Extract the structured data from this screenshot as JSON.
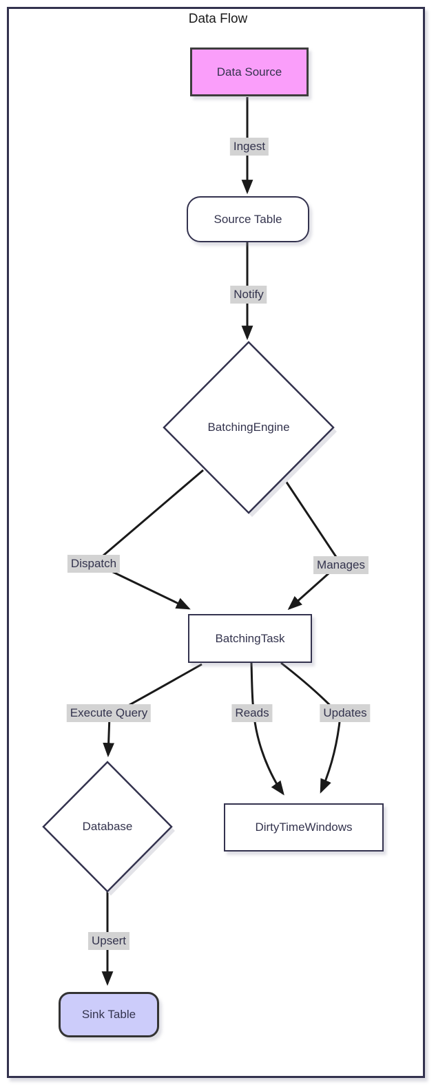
{
  "title": "Data Flow",
  "diagram_type": "flowchart",
  "nodes": [
    {
      "id": "data_source",
      "label": "Data Source",
      "shape": "rect",
      "fill": "#fa9efa"
    },
    {
      "id": "source_table",
      "label": "Source Table",
      "shape": "rounded",
      "fill": "#ffffff"
    },
    {
      "id": "batching_engine",
      "label": "BatchingEngine",
      "shape": "diamond",
      "fill": "#ffffff"
    },
    {
      "id": "batching_task",
      "label": "BatchingTask",
      "shape": "rect",
      "fill": "#ffffff"
    },
    {
      "id": "database",
      "label": "Database",
      "shape": "diamond",
      "fill": "#ffffff"
    },
    {
      "id": "dirty_time_windows",
      "label": "DirtyTimeWindows",
      "shape": "rect",
      "fill": "#ffffff"
    },
    {
      "id": "sink_table",
      "label": "Sink Table",
      "shape": "rounded",
      "fill": "#ccccfa"
    }
  ],
  "edges": [
    {
      "from": "data_source",
      "to": "source_table",
      "label": "Ingest"
    },
    {
      "from": "source_table",
      "to": "batching_engine",
      "label": "Notify"
    },
    {
      "from": "batching_engine",
      "to": "batching_task",
      "label": "Dispatch"
    },
    {
      "from": "batching_engine",
      "to": "batching_task",
      "label": "Manages"
    },
    {
      "from": "batching_task",
      "to": "database",
      "label": "Execute Query"
    },
    {
      "from": "batching_task",
      "to": "dirty_time_windows",
      "label": "Reads"
    },
    {
      "from": "batching_task",
      "to": "dirty_time_windows",
      "label": "Updates"
    },
    {
      "from": "database",
      "to": "sink_table",
      "label": "Upsert"
    }
  ],
  "colors": {
    "frame_border": "#33324e",
    "node_border": "#33324e",
    "node_fill": "#ffffff",
    "node_text": "#33334d",
    "data_source_fill": "#fa9efa",
    "data_source_border": "#3d3d3d",
    "sink_table_fill": "#ccccfa",
    "sink_table_border": "#333333",
    "edge_color": "#1a1a1a",
    "edge_label_bg": "#d3d3d3",
    "edge_label_text": "#33334d",
    "title_color": "#1a1a1a"
  }
}
